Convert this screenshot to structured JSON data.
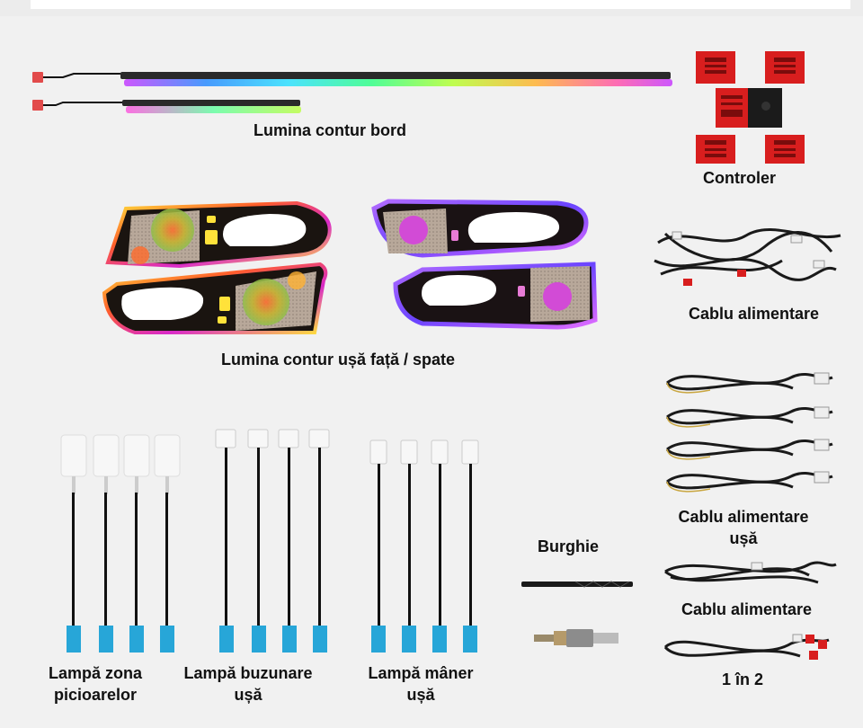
{
  "labels": {
    "dash_light": "Lumina contur bord",
    "controller": "Controler",
    "power_cable": "Cablu alimentare",
    "door_light": "Lumina contur ușă față / spate",
    "door_power_cable_line1": "Cablu alimentare",
    "door_power_cable_line2": "ușă",
    "power_cable_2": "Cablu alimentare",
    "drill_bits": "Burghie",
    "splitter": "1 în 2",
    "foot_lamp_line1": "Lampă zona",
    "foot_lamp_line2": "picioarelor",
    "pocket_lamp_line1": "Lampă buzunare",
    "pocket_lamp_line2": "ușă",
    "handle_lamp_line1": "Lampă mâner",
    "handle_lamp_line2": "ușă"
  },
  "colors": {
    "background": "#f1f1f1",
    "controller_red": "#d81e1e",
    "connector_blue": "#27a6d8",
    "connector_white": "#f7f7f7",
    "cable_black": "#111111"
  },
  "icons": [
    "led-strip-icon",
    "controller-module-icon",
    "door-trim-icon",
    "lamp-icon",
    "cable-coil-icon",
    "drill-bit-icon",
    "splitter-cable-icon"
  ]
}
